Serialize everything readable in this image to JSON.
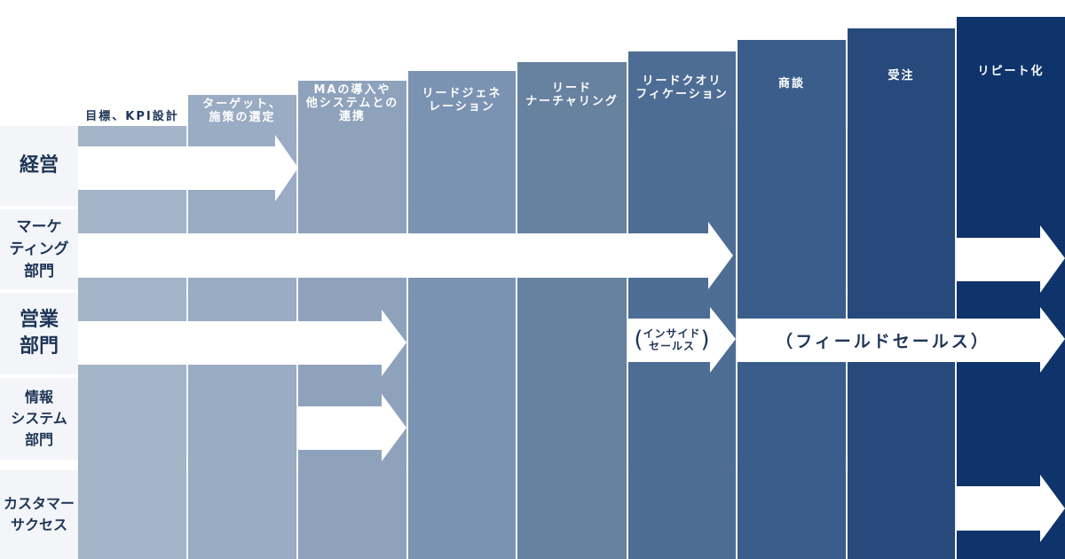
{
  "stages": [
    {
      "label": "目標、KPI設計",
      "color": "#a3b3c8"
    },
    {
      "label": "ターゲット、\n施策の選定",
      "color": "#9aacc3"
    },
    {
      "label": "MAの導入や\n他システムとの\n連携",
      "color": "#8ea2bb"
    },
    {
      "label": "リードジェネ\nレーション",
      "color": "#7b93b2"
    },
    {
      "label": "リード\nナーチャリング",
      "color": "#67829f"
    },
    {
      "label": "リードクオリ\nフィケーション",
      "color": "#4e6d94"
    },
    {
      "label": "商談",
      "color": "#3a5d8c"
    },
    {
      "label": "受注",
      "color": "#28497b"
    },
    {
      "label": "リピート化",
      "color": "#0f346b"
    }
  ],
  "departments": [
    {
      "label": "経営"
    },
    {
      "label": "マーケ\nティング\n部門"
    },
    {
      "label": "営業\n部門"
    },
    {
      "label": "情報\nシステム\n部門"
    },
    {
      "label": "カスタマー\nサクセス"
    }
  ],
  "arrow_labels": {
    "inside_sales": "インサイド\nセールス",
    "field_sales": "フィールドセールス"
  }
}
